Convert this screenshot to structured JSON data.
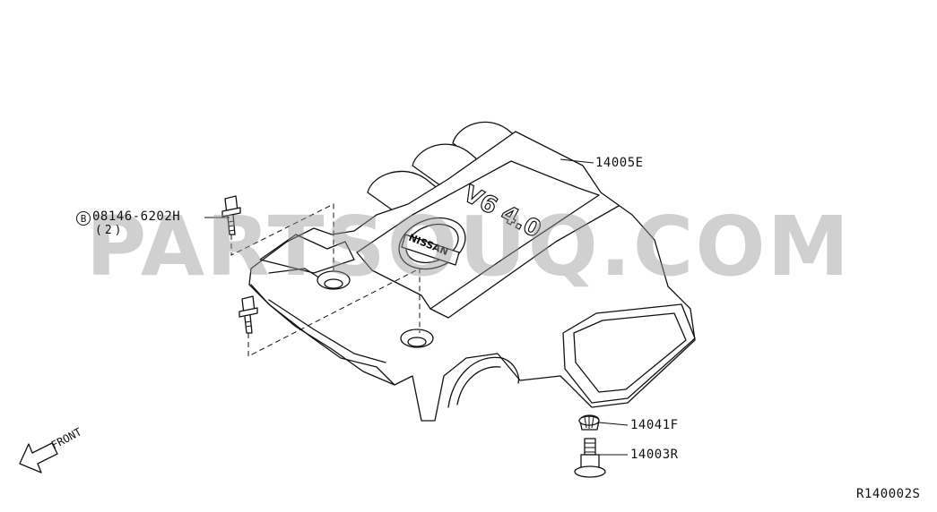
{
  "parts": {
    "cover": "14005E",
    "grommet": "14041F",
    "bolt_lower": "14003R",
    "bolt_upper": "08146-6202H",
    "bolt_upper_qty": "(2)",
    "bolt_prefix": "B"
  },
  "cover_marks": {
    "brand": "NISSAN",
    "engine_badge": "V6 4.0"
  },
  "direction_label": "FRONT",
  "figure_code": "R140002S",
  "watermark": "PARTSOUQ.COM"
}
